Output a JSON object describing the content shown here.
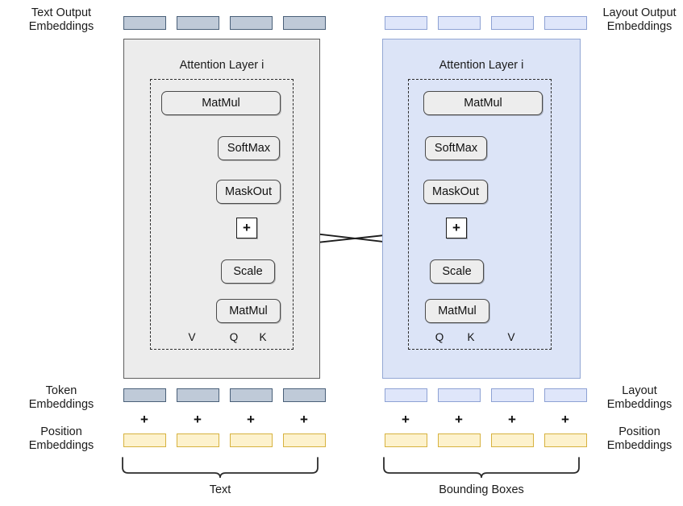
{
  "diagram": {
    "title": "Attention layer with cross-modal bias sharing between text and layout streams",
    "type": "architecture-diagram"
  },
  "captions": {
    "text_output": "Text Output\nEmbeddings",
    "layout_output": "Layout Output\nEmbeddings",
    "token": "Token\nEmbeddings",
    "position_left": "Position\nEmbeddings",
    "layout": "Layout\nEmbeddings",
    "position_right": "Position\nEmbeddings"
  },
  "left_column": {
    "layer_title": "Attention Layer i",
    "ops": {
      "matmul_top": "MatMul",
      "softmax": "SoftMax",
      "maskout": "MaskOut",
      "plus": "+",
      "scale": "Scale",
      "matmul_bottom": "MatMul"
    },
    "inputs": [
      "V",
      "Q",
      "K"
    ]
  },
  "right_column": {
    "layer_title": "Attention Layer i",
    "ops": {
      "matmul_top": "MatMul",
      "softmax": "SoftMax",
      "maskout": "MaskOut",
      "plus": "+",
      "scale": "Scale",
      "matmul_bottom": "MatMul"
    },
    "inputs": [
      "Q",
      "K",
      "V"
    ]
  },
  "plus_signs": [
    "+",
    "+",
    "+",
    "+",
    "+",
    "+",
    "+",
    "+"
  ],
  "group_labels": {
    "left": "Text",
    "right": "Bounding Boxes"
  },
  "colors": {
    "text_stream_fill": "#ececec",
    "layout_stream_fill": "#dce4f7",
    "token_chip": "#bfcad8",
    "layout_chip": "#dfe6fa",
    "position_chip": "#fdf2cd",
    "op_fill": "#ededed",
    "stroke": "#1d1d1d"
  },
  "counts": {
    "tokens_per_stream": 4,
    "streams": 2
  }
}
